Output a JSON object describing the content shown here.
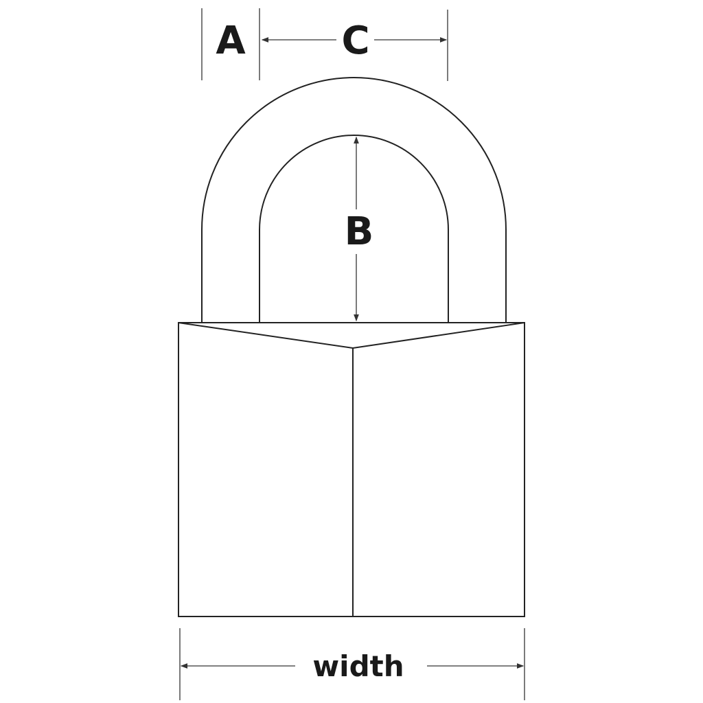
{
  "labels": {
    "a": "A",
    "b": "B",
    "c": "C",
    "width": "width"
  },
  "colors": {
    "line": "#222222",
    "text": "#1a1a1a",
    "background": "#ffffff"
  }
}
